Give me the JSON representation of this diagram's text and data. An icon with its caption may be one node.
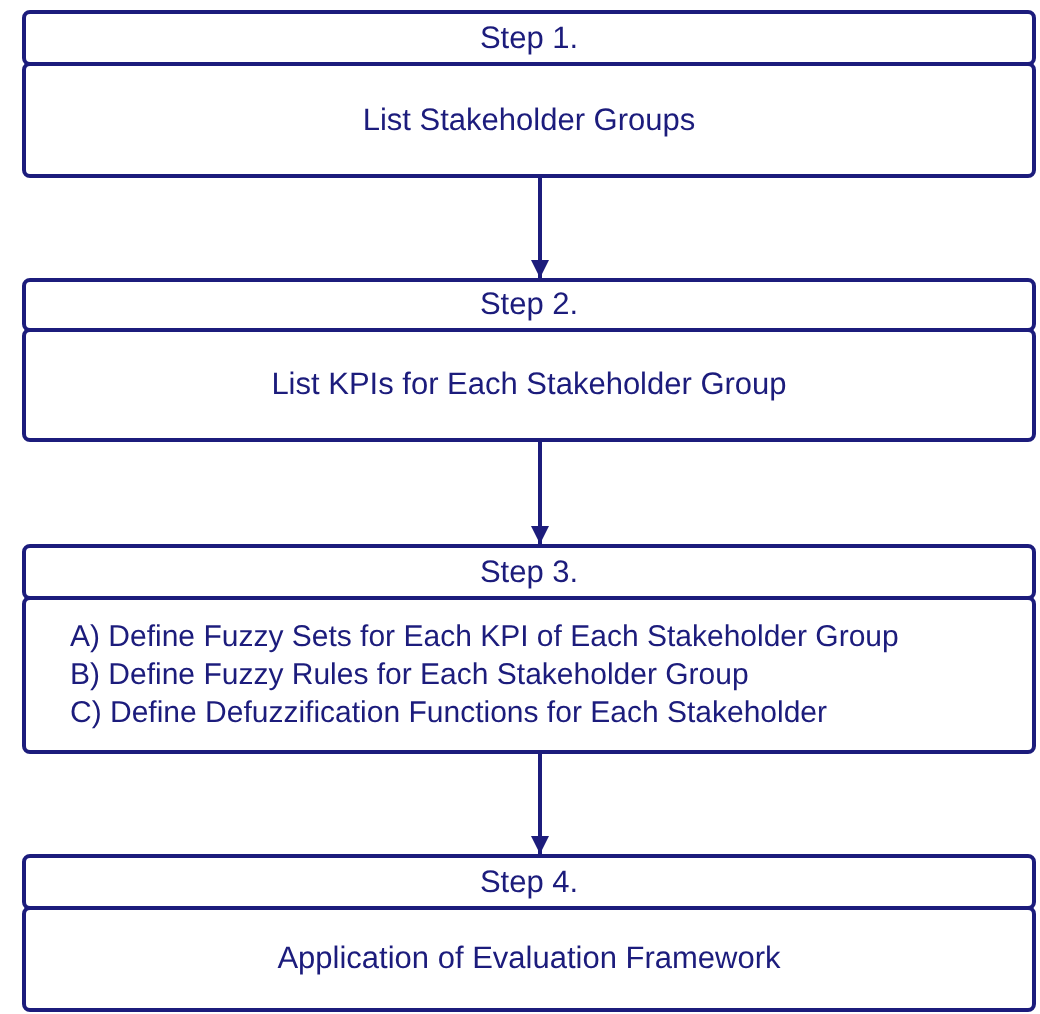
{
  "diagram": {
    "nodes": [
      {
        "text": [
          "Step 1."
        ]
      },
      {
        "text": [
          "List Stakeholder Groups"
        ]
      },
      {
        "text": [
          "Step 2."
        ]
      },
      {
        "text": [
          "List KPIs for Each Stakeholder Group"
        ]
      },
      {
        "text": [
          "Step 3."
        ]
      },
      {
        "text": [
          "A) Define Fuzzy Sets for Each KPI of Each Stakeholder Group",
          "B) Define Fuzzy Rules for Each Stakeholder Group",
          "C) Define Defuzzification Functions for Each Stakeholder"
        ]
      },
      {
        "text": [
          "Step 4."
        ]
      },
      {
        "text": [
          "Application of Evaluation Framework"
        ]
      }
    ],
    "edges": [
      {
        "from": 1,
        "to": 2,
        "arrow": "to"
      },
      {
        "from": 3,
        "to": 4,
        "arrow": "to"
      },
      {
        "from": 5,
        "to": 6,
        "arrow": "to"
      }
    ]
  }
}
